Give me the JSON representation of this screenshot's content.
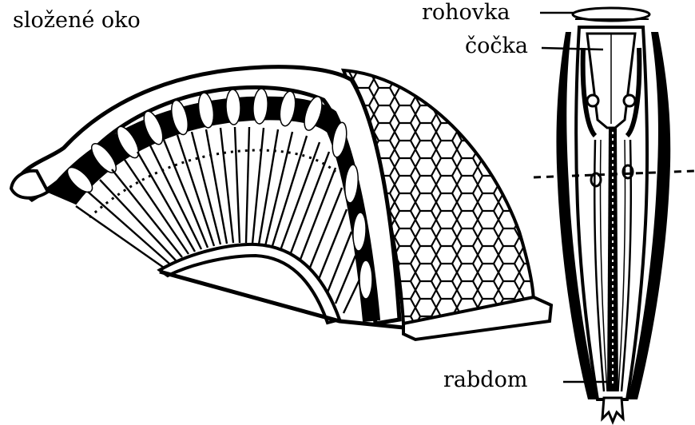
{
  "title": "složené oko",
  "labels": {
    "cornea": "rohovka",
    "lens": "čočka",
    "rhabdom": "rabdom"
  },
  "colors": {
    "ink": "#000000",
    "paper": "#ffffff"
  }
}
